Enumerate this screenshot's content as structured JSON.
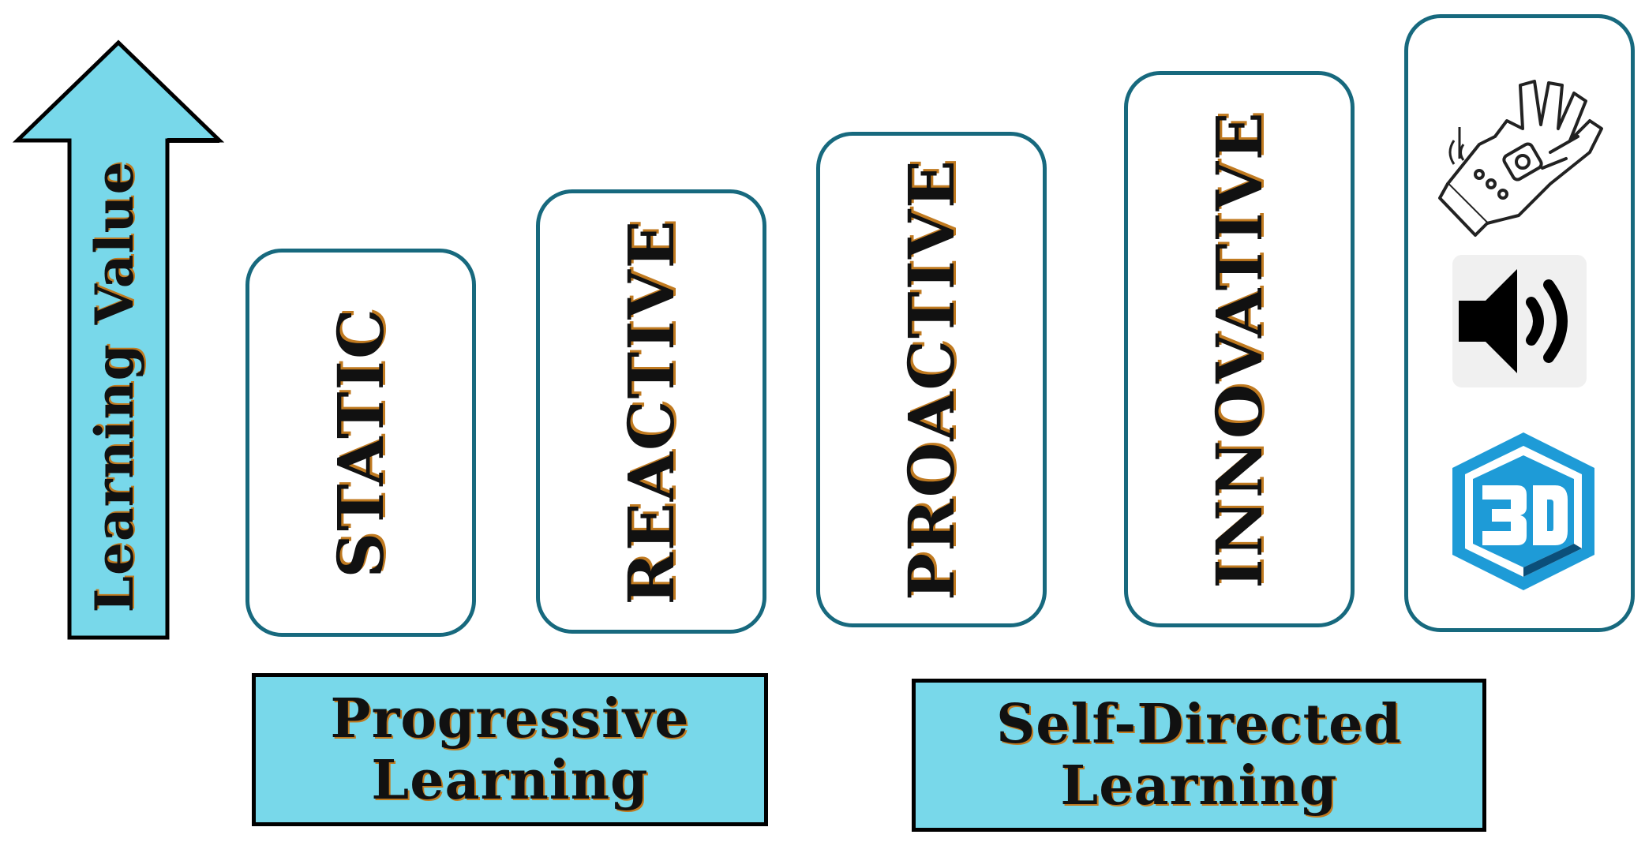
{
  "arrow": {
    "label": "Learning Value",
    "fill": "#78d8ea",
    "stroke": "#000000"
  },
  "stages": [
    {
      "label": "STATIC"
    },
    {
      "label": "REACTIVE"
    },
    {
      "label": "PROACTIVE"
    },
    {
      "label": "INNOVATIVE"
    }
  ],
  "groups": [
    {
      "line1": "Progressive",
      "line2": "Learning"
    },
    {
      "line1": "Self-Directed",
      "line2": "Learning"
    }
  ],
  "icons": [
    "smart-glove-icon",
    "speaker-icon",
    "3d-icon"
  ],
  "colors": {
    "box_border": "#17697e",
    "group_fill": "#78d8ea",
    "text_shadow": "#c07a20",
    "icon_blue": "#1e9bd7"
  }
}
